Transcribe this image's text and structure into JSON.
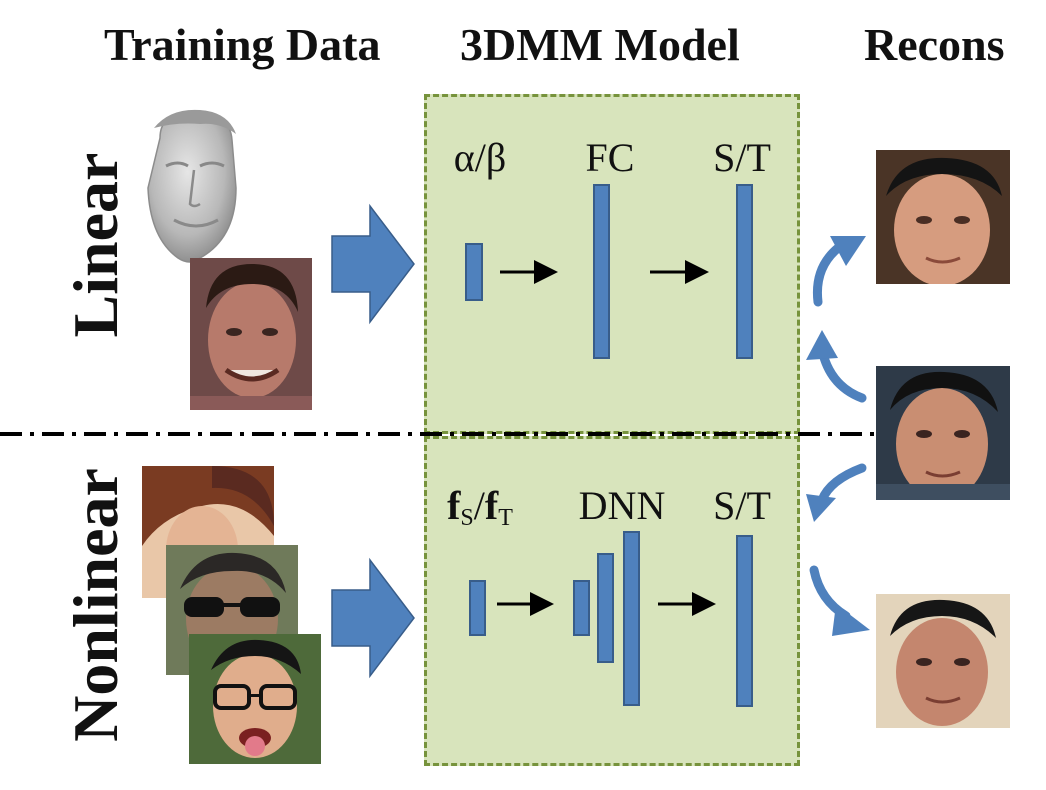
{
  "headers": {
    "training_data": "Training Data",
    "model": "3DMM Model",
    "recons": "Recons"
  },
  "rows": {
    "linear": {
      "label": "Linear",
      "input_label": "α/β",
      "middle_label": "FC",
      "output_label": "S/T"
    },
    "nonlinear": {
      "label": "Nonlinear",
      "input_label_main": "f",
      "input_label_sub1": "S",
      "input_label_sep": "/",
      "input_label_sub2": "T",
      "middle_label": "DNN",
      "output_label": "S/T"
    }
  },
  "icons": {
    "training_arrow": "block-arrow-right-icon",
    "flow_arrow": "arrow-right-icon",
    "recon_arrow": "curved-arrow-icon"
  },
  "colors": {
    "model_fill": "#d8e4bc",
    "model_border": "#77933c",
    "bar_fill": "#4f81bd",
    "bar_border": "#385d8a",
    "arrow_blue": "#4f81bd",
    "divider": "#000000"
  }
}
